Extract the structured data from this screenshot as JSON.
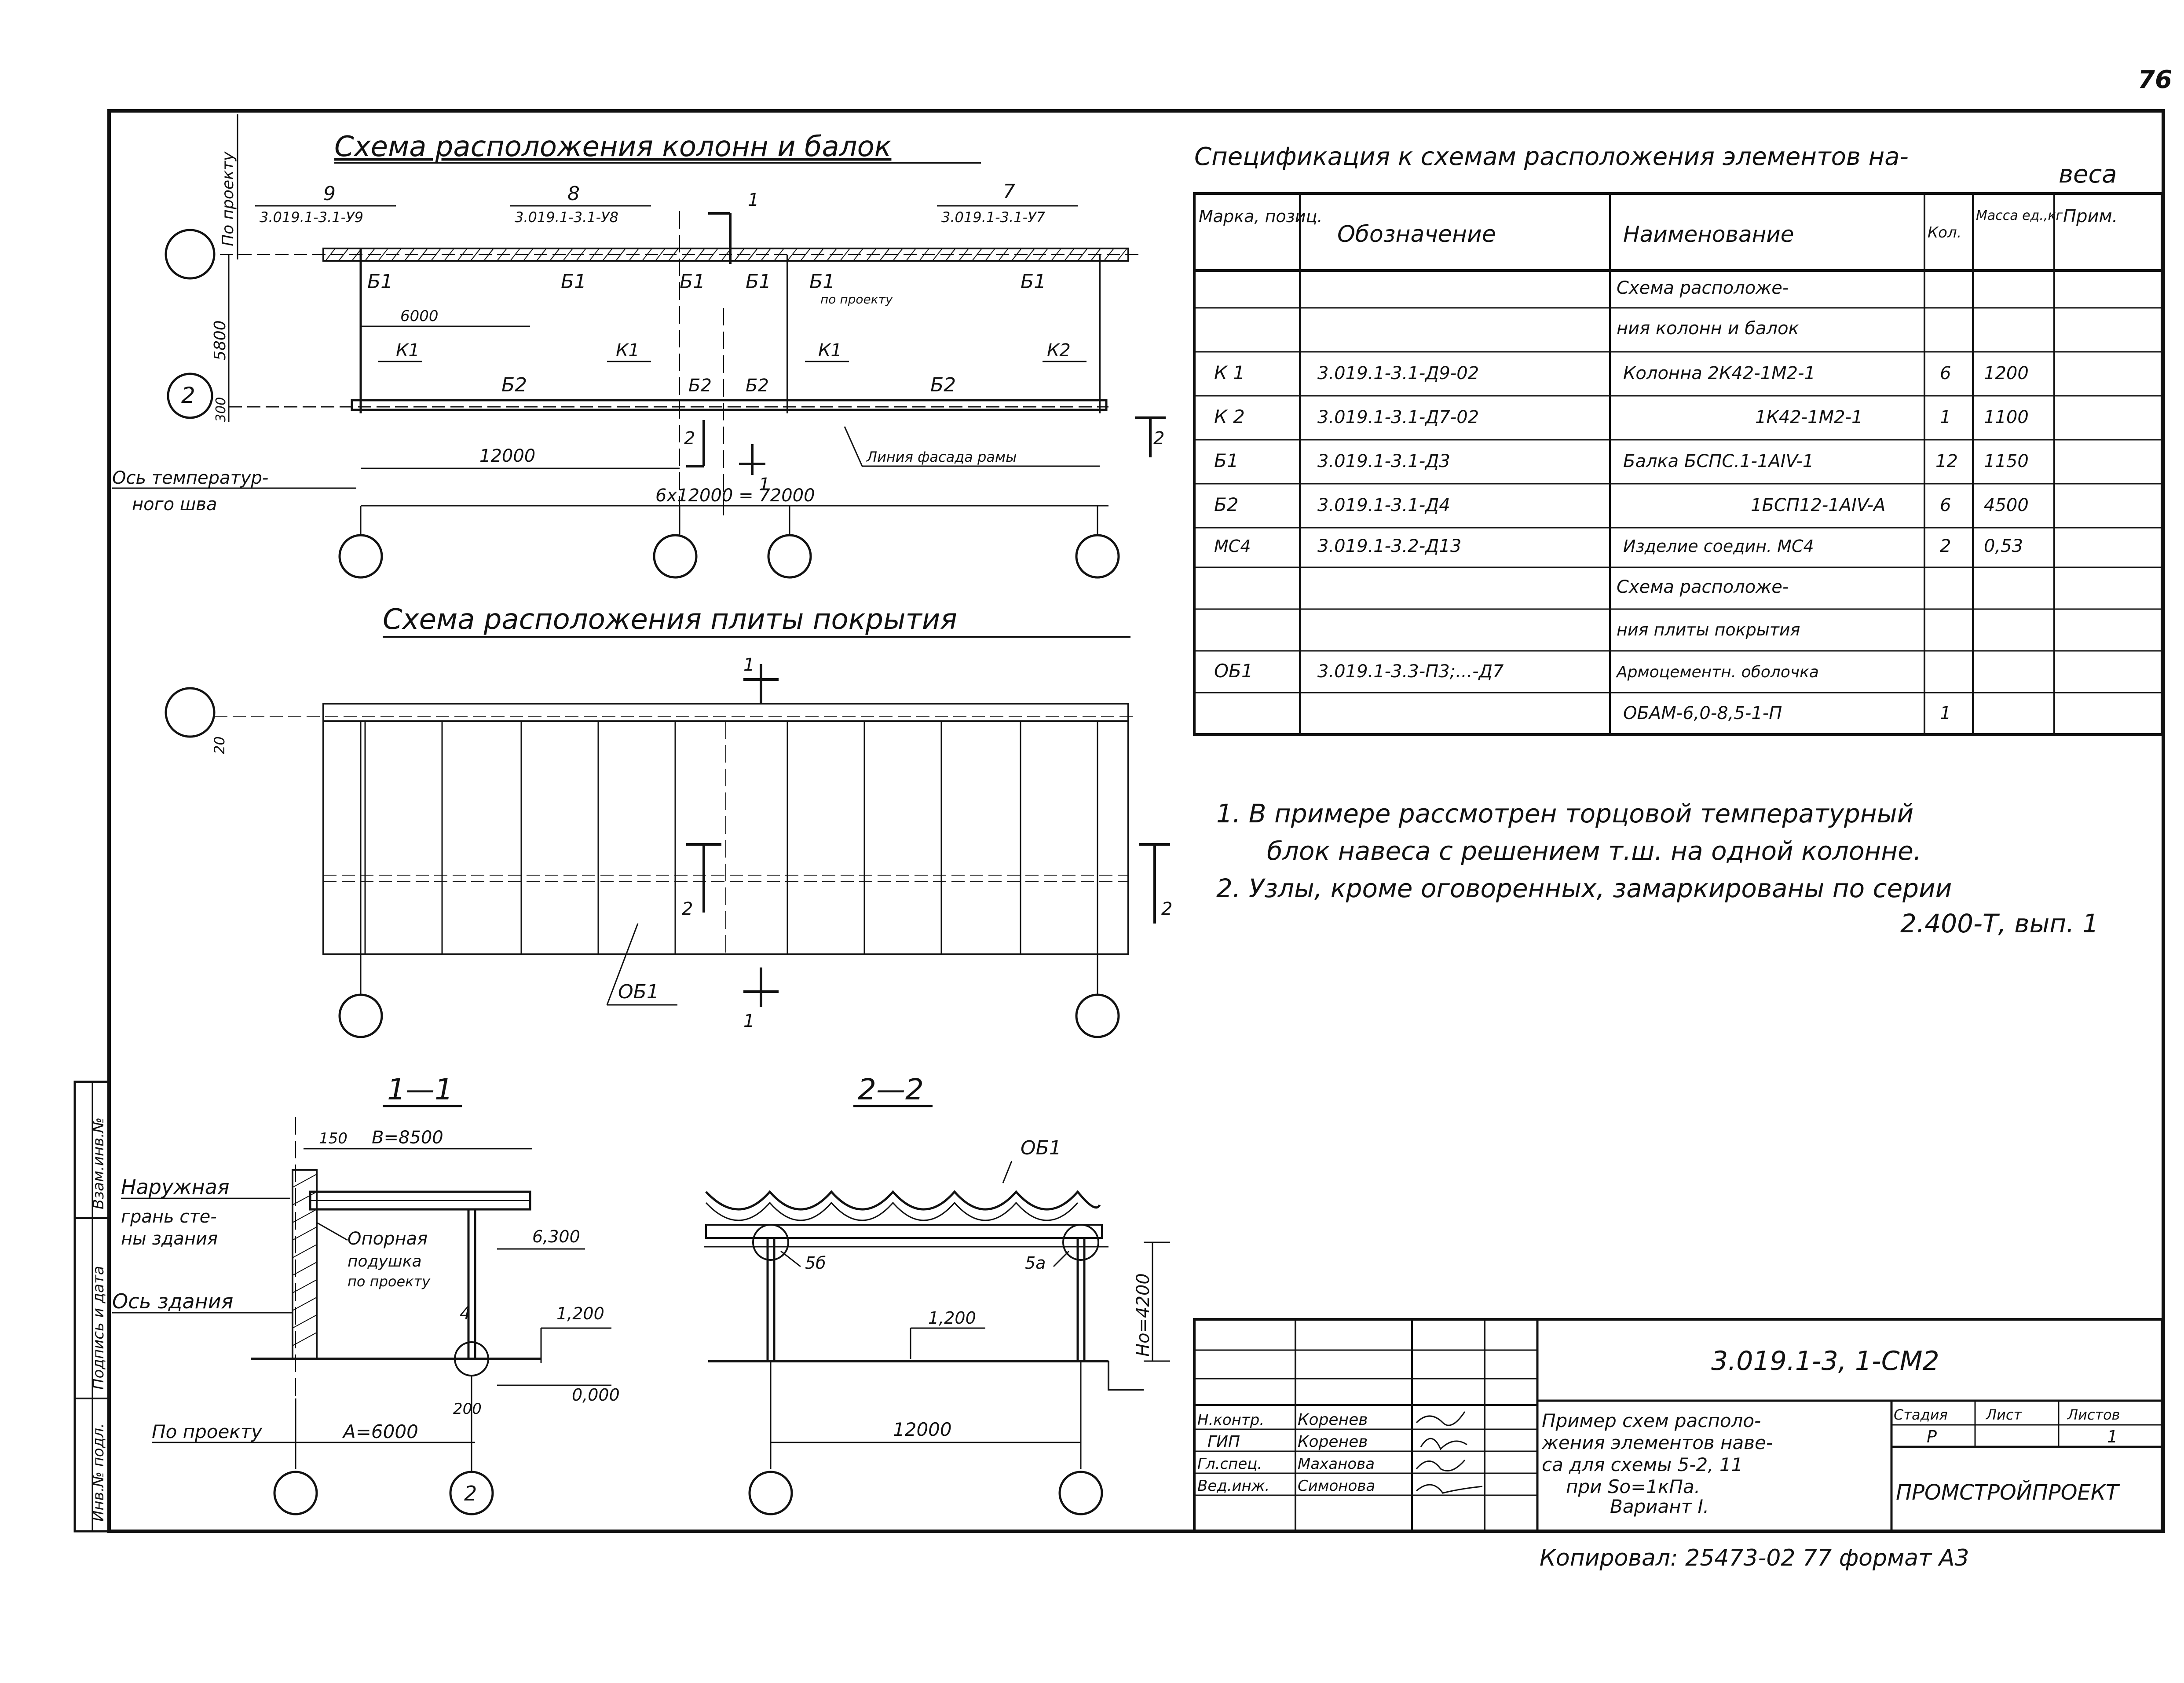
{
  "page_number": "76",
  "columns_plan": {
    "title": "Схема расположения колонн и балок",
    "refs": [
      {
        "num": "9",
        "code": "3.019.1-3.1-У9"
      },
      {
        "num": "8",
        "code": "3.019.1-3.1-У8"
      },
      {
        "num": "7",
        "code": "3.019.1-3.1-У7"
      }
    ],
    "side_label_top": "По проекту",
    "dim_vertical_5800": "5800",
    "dim_vertical_300": "300",
    "dim_6000": "6000",
    "dim_12000": "12000",
    "dim_total": "6x12000 = 72000",
    "beam_top": "Б1",
    "beam_bottom": "Б2",
    "col_k1": "К1",
    "col_k2": "К2",
    "by_project": "по проекту",
    "frame_line": "Линия фасада рамы",
    "axis_label_1": "Ось температур-",
    "axis_label_2": "ного  шва",
    "axis_2": "2",
    "cut1": "1",
    "cut2": "2"
  },
  "slab_plan": {
    "title": "Схема расположения плиты покрытия",
    "dim_20": "20",
    "cut1": "1",
    "cut2": "2",
    "mark": "ОБ1"
  },
  "spec": {
    "title_1": "Спецификация к схемам расположения элементов на-",
    "title_2": "веса",
    "headers": [
      "Марка, позиц.",
      "Обозначение",
      "Наименование",
      "Кол.",
      "Масса ед.,кг",
      "Прим."
    ],
    "rows": [
      [
        "",
        "",
        "Схема расположе-",
        "",
        "",
        ""
      ],
      [
        "",
        "",
        "ния колонн и балок",
        "",
        "",
        ""
      ],
      [
        "К 1",
        "3.019.1-3.1-Д9-02",
        "Колонна  2К42-1М2-1",
        "6",
        "1200",
        ""
      ],
      [
        "К 2",
        "3.019.1-3.1-Д7-02",
        "1К42-1М2-1",
        "1",
        "1100",
        ""
      ],
      [
        "Б1",
        "3.019.1-3.1-Д3",
        "Балка  БСПС.1-1АIV-1",
        "12",
        "1150",
        ""
      ],
      [
        "Б2",
        "3.019.1-3.1-Д4",
        "1БСП12-1АIV-А",
        "6",
        "4500",
        ""
      ],
      [
        "МС4",
        "3.019.1-3.2-Д13",
        "Изделие соедин. МС4",
        "2",
        "0,53",
        ""
      ],
      [
        "",
        "",
        "Схема расположе-",
        "",
        "",
        ""
      ],
      [
        "",
        "",
        "ния плиты покрытия",
        "",
        "",
        ""
      ],
      [
        "ОБ1",
        "3.019.1-3.3-П3;...-Д7",
        "Армоцементн. оболочка",
        "",
        "",
        ""
      ],
      [
        "",
        "",
        "ОБАМ-6,0-8,5-1-П",
        "1",
        "",
        ""
      ]
    ]
  },
  "notes": [
    "1.  В примере рассмотрен торцовой температурный",
    "блок навеса с решением т.ш. на одной колонне.",
    "2.  Узлы, кроме оговоренных, замаркированы по серии",
    "2.400-Т, вып. 1"
  ],
  "section_11": {
    "title": "1—1",
    "dim_150": "150",
    "dim_b": "В=8500",
    "outer_face_1": "Наружная",
    "outer_face_2": "грань сте-",
    "outer_face_3": "ны здания",
    "support_1": "Опорная",
    "support_2": "подушка",
    "support_3": "по проекту",
    "building_axis": "Ось здания",
    "elev_6300": "6,300",
    "elev_1200": "1,200",
    "elev_000": "0,000",
    "node_4": "4",
    "dim_200": "200",
    "by_project": "По проекту",
    "dim_a": "А=6000",
    "axis_2": "2"
  },
  "section_22": {
    "title": "2—2",
    "mark": "ОБ1",
    "node_5b": "5б",
    "node_5a": "5а",
    "elev_1200": "1,200",
    "dim_h": "Но=4200",
    "dim_12000": "12000"
  },
  "title_block": {
    "doc_code": "3.019.1-3, 1-СМ2",
    "roles": [
      "Н.контр.",
      "ГИП",
      "Гл.спец.",
      "Вед.инж."
    ],
    "names": [
      "Коренев",
      "Коренев",
      "Маханова",
      "Симонова"
    ],
    "desc": [
      "Пример схем располо-",
      "жения элементов наве-",
      "са для схемы 5-2, 11",
      "при So=1кПа.",
      "Вариант I."
    ],
    "stage_label": "Стадия",
    "sheet_label": "Лист",
    "sheets_label": "Листов",
    "stage_val": "Р",
    "sheets_val": "1",
    "org": "ПРОМСТРОЙПРОЕКТ"
  },
  "side_stamp": [
    "Инв.№ подл.",
    "Подпись и дата",
    "Взам.инв.№"
  ],
  "footer": "Копировал: 25473-02  77  формат А3"
}
